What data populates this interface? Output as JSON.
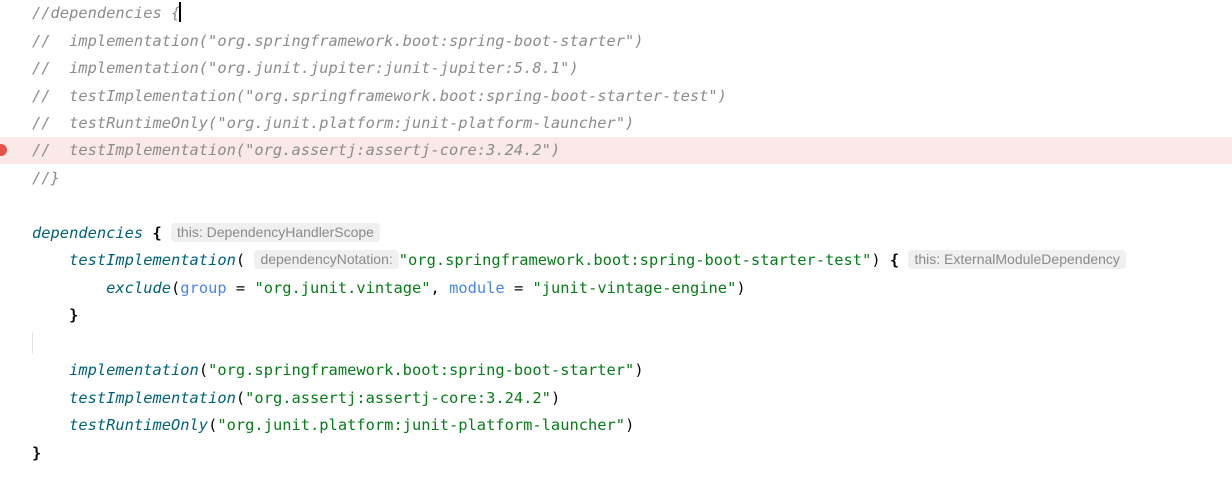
{
  "lines": [
    {
      "comment": "//dependencies {"
    },
    {
      "comment": "//  implementation(\"org.springframework.boot:spring-boot-starter\")"
    },
    {
      "comment": "//  implementation(\"org.junit.jupiter:junit-jupiter:5.8.1\")"
    },
    {
      "comment": "//  testImplementation(\"org.springframework.boot:spring-boot-starter-test\")"
    },
    {
      "comment": "//  testRuntimeOnly(\"org.junit.platform:junit-platform-launcher\")"
    },
    {
      "comment": "//  testImplementation(\"org.assertj:assertj-core:3.24.2\")"
    },
    {
      "comment": "//}"
    },
    {
      "fn": "dependencies",
      "brace": "{",
      "hint": "this: DependencyHandlerScope"
    },
    {
      "fn": "testImplementation",
      "open": "(",
      "hint": "dependencyNotation:",
      "str": "\"org.springframework.boot:spring-boot-starter-test\"",
      "close": ")",
      "brace": "{",
      "hint2": "this: ExternalModuleDependency"
    },
    {
      "fn": "exclude",
      "open": "(",
      "param1": "group",
      "eq1": " = ",
      "str1": "\"org.junit.vintage\"",
      "comma": ", ",
      "param2": "module",
      "eq2": " = ",
      "str2": "\"junit-vintage-engine\"",
      "close": ")"
    },
    {
      "brace": "}"
    },
    {},
    {
      "fn": "implementation",
      "open": "(",
      "str": "\"org.springframework.boot:spring-boot-starter\"",
      "close": ")"
    },
    {
      "fn": "testImplementation",
      "open": "(",
      "str": "\"org.assertj:assertj-core:3.24.2\"",
      "close": ")"
    },
    {
      "fn": "testRuntimeOnly",
      "open": "(",
      "str": "\"org.junit.platform:junit-platform-launcher\"",
      "close": ")"
    },
    {
      "brace": "}"
    }
  ]
}
